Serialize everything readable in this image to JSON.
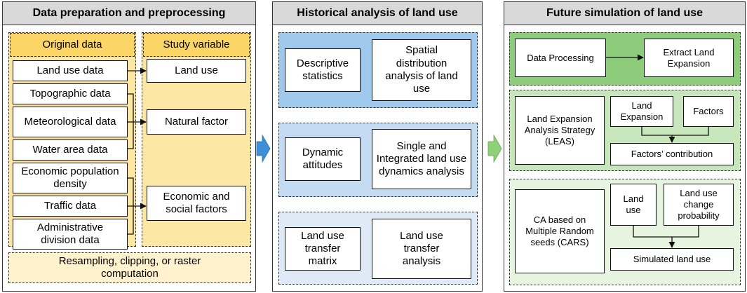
{
  "colors": {
    "header_gray": "#d9d9d9",
    "gold": "#fbd666",
    "light_gold": "#fde7a4",
    "pale_gold": "#fff2cc",
    "blue_mid": "#9fc8ec",
    "blue_light": "#c3dcf3",
    "blue_pale": "#deebf7",
    "green_mid": "#8ccc7b",
    "green_light": "#c8e6bb",
    "green_pale": "#e7f4e0",
    "arrow_blue": "#3d8fd6",
    "arrow_green": "#8fd178"
  },
  "panel1": {
    "title": "Data preparation and preprocessing",
    "original_header": "Original data",
    "study_header": "Study variable",
    "data_items": [
      "Land use data",
      "Topographic data",
      "Meteorological data",
      "Water area data",
      "Economic population density",
      "Traffic data",
      "Administrative division data"
    ],
    "variables": [
      "Land use",
      "Natural factor",
      "Economic and social factors"
    ],
    "footer": "Resampling, clipping, or raster computation"
  },
  "panel2": {
    "title": "Historical analysis of land use",
    "rows": [
      {
        "left": "Descriptive statistics",
        "right": "Spatial distribution analysis of land use"
      },
      {
        "left": "Dynamic attitudes",
        "right": "Single and Integrated land use dynamics analysis"
      },
      {
        "left": "Land use transfer matrix",
        "right": "Land use transfer analysis"
      }
    ]
  },
  "panel3": {
    "title": "Future simulation of land use",
    "top": {
      "left": "Data Processing",
      "right": "Extract Land Expansion"
    },
    "middle": {
      "left": "Land Expansion Analysis Strategy (LEAS)",
      "a": "Land Expansion",
      "b": "Factors",
      "result": "Factors’ contribution"
    },
    "bottom": {
      "left": "CA based on Multiple Random seeds (CARS)",
      "a": "Land use",
      "b": "Land use change probability",
      "result": "Simulated land use"
    }
  }
}
